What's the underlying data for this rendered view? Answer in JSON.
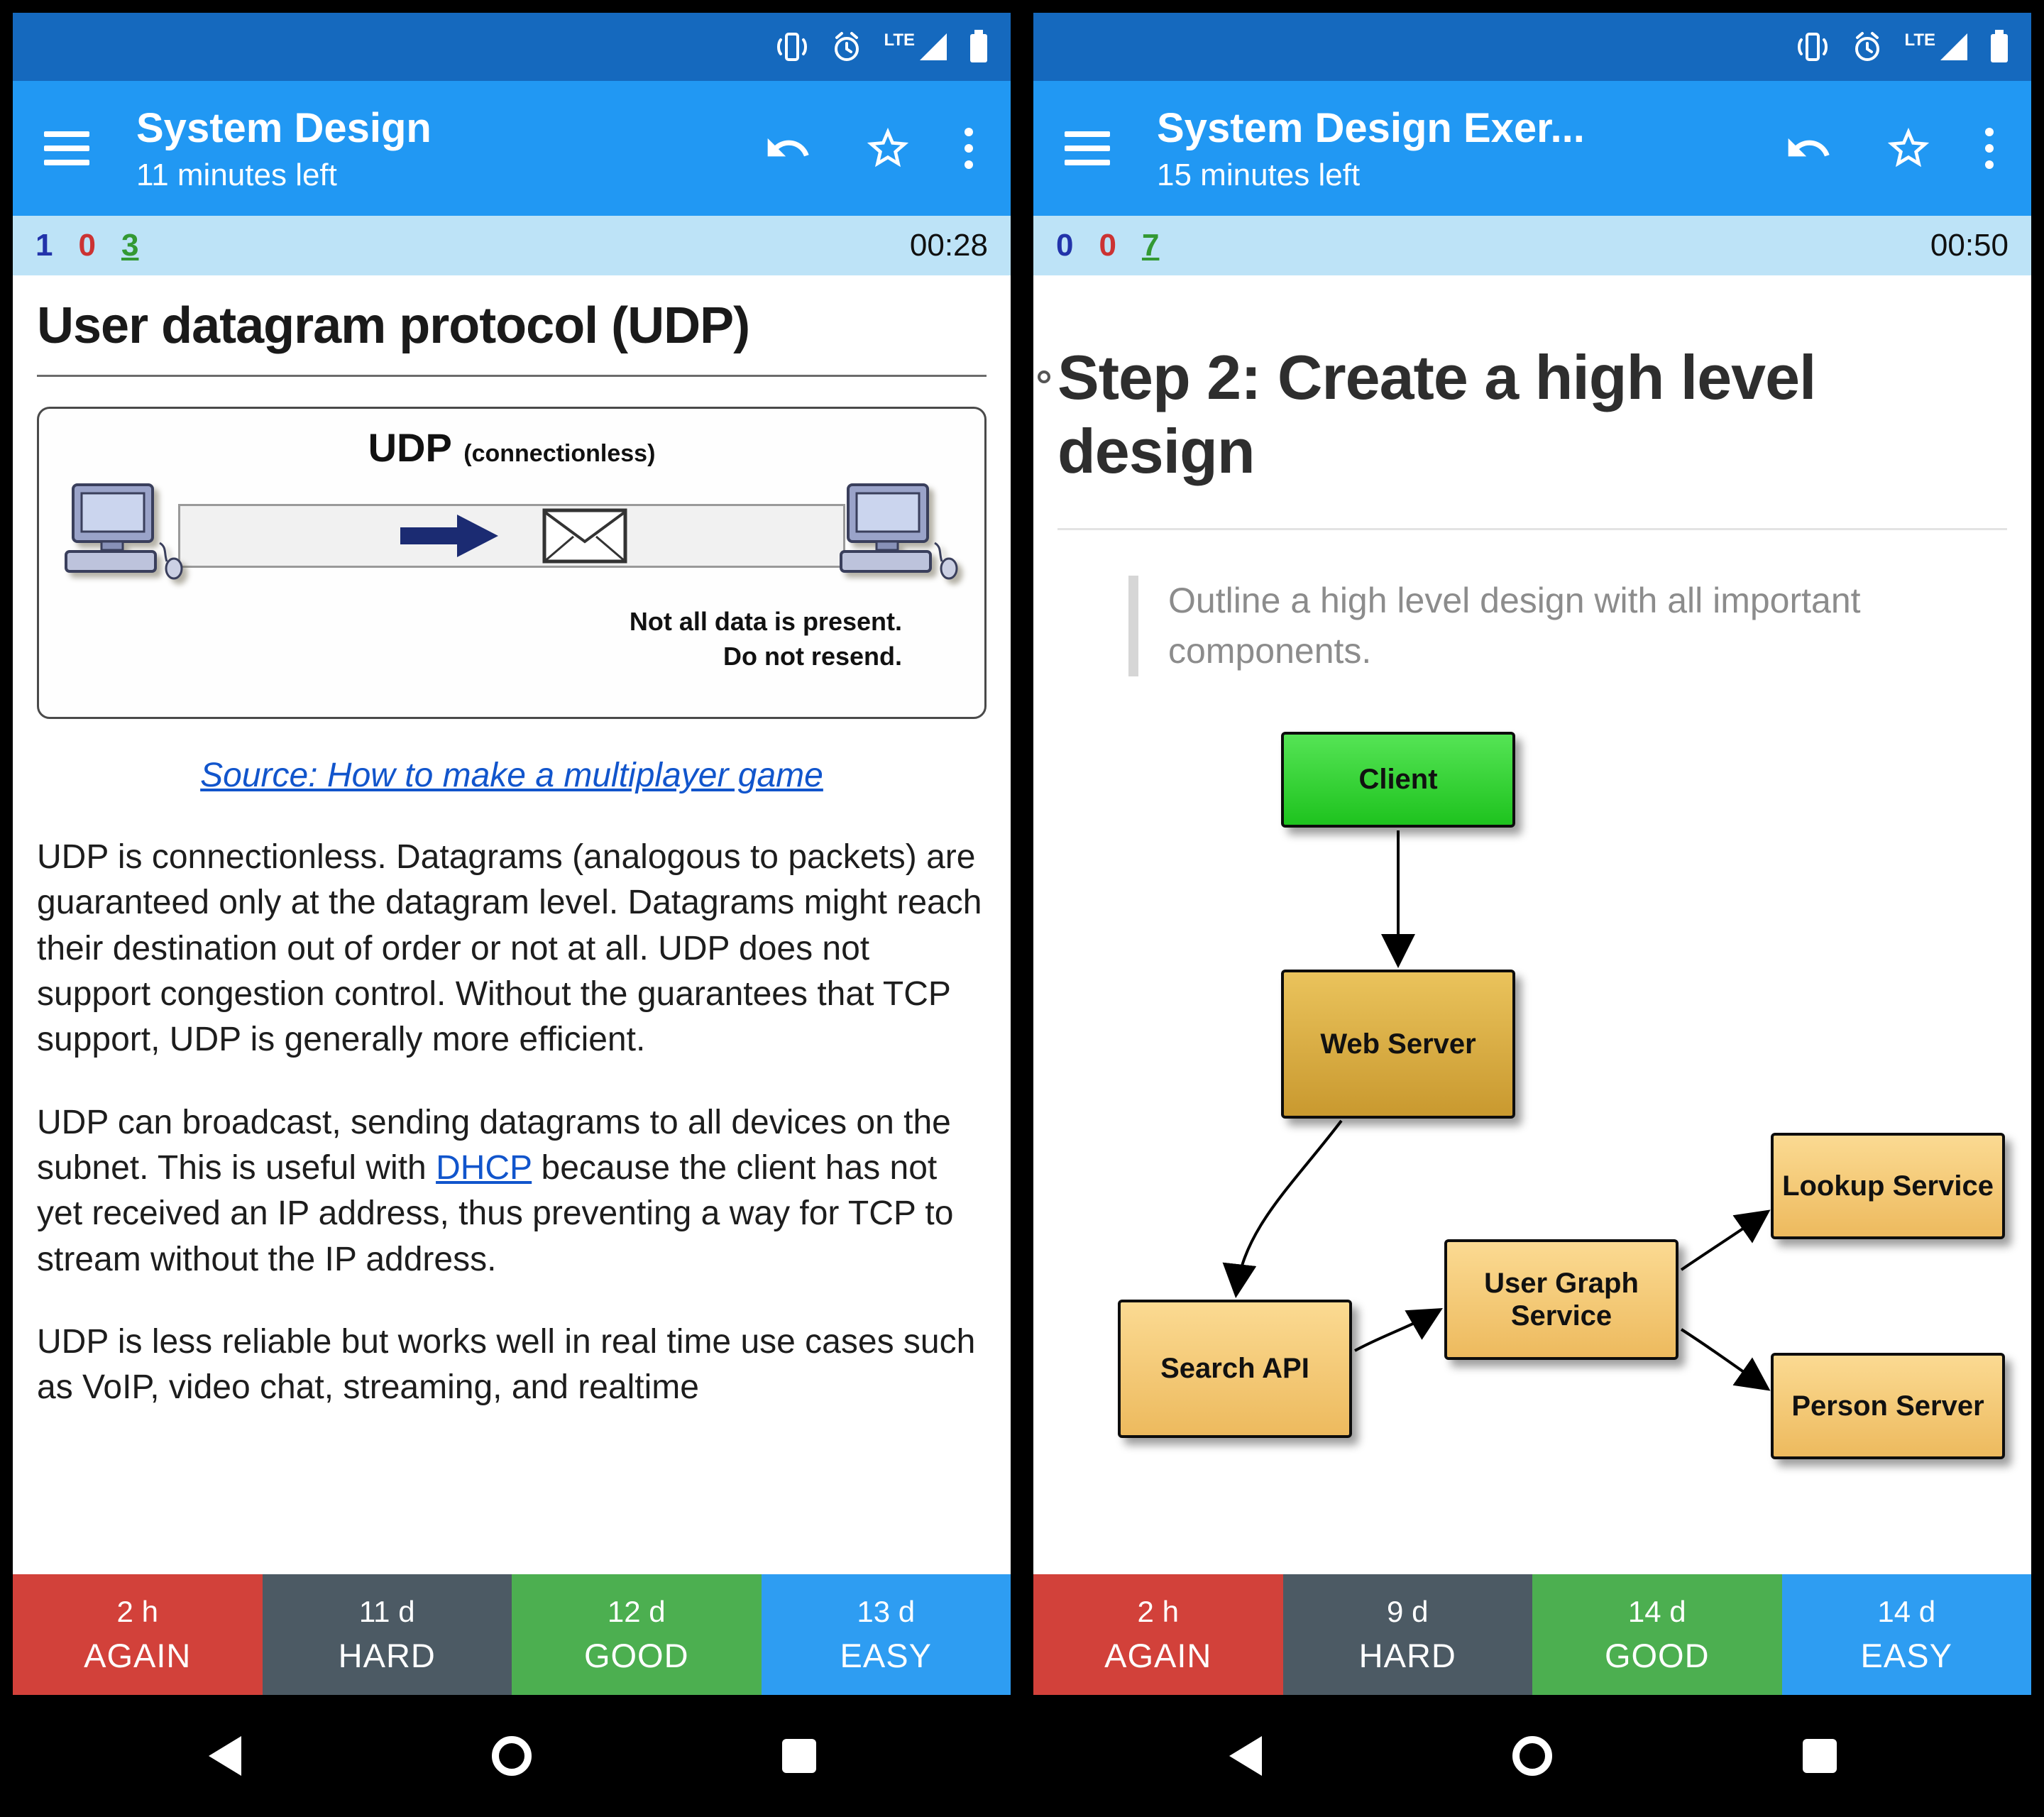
{
  "colors": {
    "status_bar": "#1569BE",
    "app_bar": "#2198F3",
    "counter_bar": "#BDE3F7",
    "again_button": "#D2413A",
    "hard_button": "#4C5A64",
    "good_button": "#4CAF50",
    "easy_button": "#2E9DF2",
    "link": "#1155CC",
    "new_count": "#2233AA",
    "learn_count": "#CC3333",
    "review_count": "#339933",
    "node_green": "#35D435",
    "node_gold": "#D9A93F",
    "node_tan": "#F5CB7A"
  },
  "status": {
    "network_label": "LTE"
  },
  "left": {
    "app_bar": {
      "title": "System Design",
      "subtitle": "11 minutes left"
    },
    "counters": {
      "new_count": "1",
      "learn_count": "0",
      "review_count": "3",
      "timer": "00:28"
    },
    "card": {
      "title": "User datagram protocol (UDP)",
      "figure": {
        "heading": "UDP",
        "heading_qualifier": "(connectionless)",
        "note_line1": "Not all data is present.",
        "note_line2": "Do not resend."
      },
      "source_link": "Source: How to make a multiplayer game",
      "paragraph1": "UDP is connectionless. Datagrams (analogous to packets) are guaranteed only at the datagram level. Datagrams might reach their destination out of order or not at all. UDP does not support congestion control. Without the guarantees that TCP support, UDP is generally more efficient.",
      "paragraph2_before": "UDP can broadcast, sending datagrams to all devices on the subnet. This is useful with ",
      "paragraph2_link": "DHCP",
      "paragraph2_after": " because the client has not yet received an IP address, thus preventing a way for TCP to stream without the IP address.",
      "paragraph3": "UDP is less reliable but works well in real time use cases such as VoIP, video chat, streaming, and realtime"
    },
    "answers": [
      {
        "time": "2 h",
        "label": "AGAIN"
      },
      {
        "time": "11 d",
        "label": "HARD"
      },
      {
        "time": "12 d",
        "label": "GOOD"
      },
      {
        "time": "13 d",
        "label": "EASY"
      }
    ]
  },
  "right": {
    "app_bar": {
      "title": "System Design Exer...",
      "subtitle": "15 minutes left"
    },
    "counters": {
      "new_count": "0",
      "learn_count": "0",
      "review_count": "7",
      "timer": "00:50"
    },
    "card": {
      "heading": "Step 2: Create a high level design",
      "quote": "Outline a high level design with all important components.",
      "diagram_nodes": {
        "client": "Client",
        "web_server": "Web Server",
        "search_api": "Search API",
        "user_graph_service": "User Graph Service",
        "lookup_service": "Lookup Service",
        "person_server": "Person Server"
      }
    },
    "answers": [
      {
        "time": "2 h",
        "label": "AGAIN"
      },
      {
        "time": "9 d",
        "label": "HARD"
      },
      {
        "time": "14 d",
        "label": "GOOD"
      },
      {
        "time": "14 d",
        "label": "EASY"
      }
    ]
  }
}
